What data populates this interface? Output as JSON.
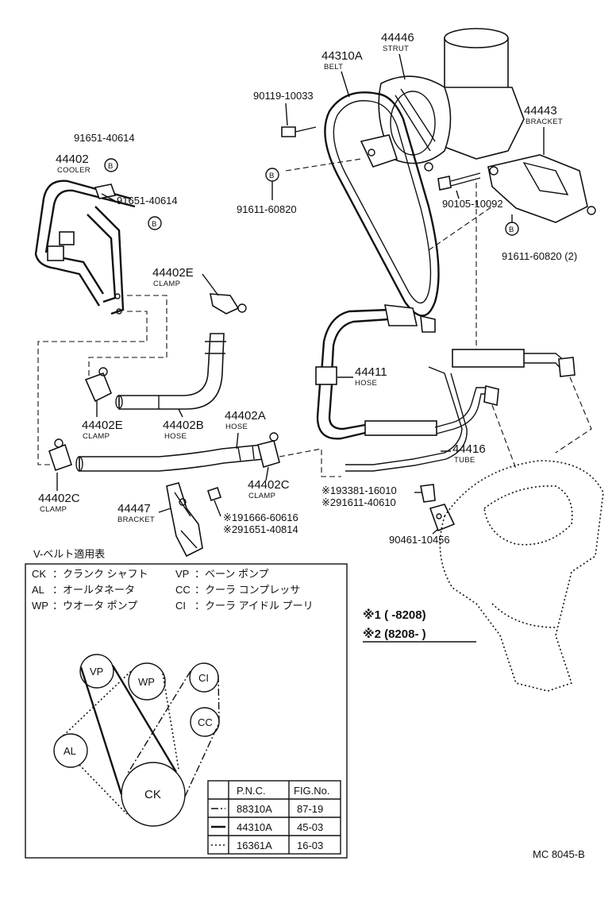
{
  "labels": {
    "belt_pnc": "44310A",
    "belt_name": "BELT",
    "strut_pnc": "44446",
    "strut_name": "STRUT",
    "bracket_top_pnc": "44443",
    "bracket_top_name": "BRACKET",
    "bolt_a": "90119-10033",
    "bolt_b": "91651-40614",
    "bolt_c": "91651-40614",
    "cooler_pnc": "44402",
    "cooler_name": "COOLER",
    "bolt_d": "91611-60820",
    "bolt_e": "90105-10092",
    "bolt_f": "91611-60820 (2)",
    "clamp_e1_pnc": "44402E",
    "clamp_e1_name": "CLAMP",
    "clamp_e2_pnc": "44402E",
    "clamp_e2_name": "CLAMP",
    "hose_b_pnc": "44402B",
    "hose_b_name": "HOSE",
    "hose_a_pnc": "44402A",
    "hose_a_name": "HOSE",
    "hose_main_pnc": "44411",
    "hose_main_name": "HOSE",
    "tube_pnc": "44416",
    "tube_name": "TUBE",
    "clamp_c1_pnc": "44402C",
    "clamp_c1_name": "CLAMP",
    "clamp_c2_pnc": "44402C",
    "clamp_c2_name": "CLAMP",
    "bracket_low_pnc": "44447",
    "bracket_low_name": "BRACKET",
    "bolt_g1": "※191666-60616",
    "bolt_g2": "※291651-40814",
    "bolt_h1": "※193381-16010",
    "bolt_h2": "※291611-40610",
    "bolt_i": "90461-10456",
    "b_mark": "B",
    "note1": "※1 (      -8208)",
    "note2": "※2 (8208-      )",
    "figure_code": "MC 8045-B"
  },
  "vbelt": {
    "title": "V-ベルト適用表",
    "legend": [
      {
        "code": "CK",
        "desc": "：クランク シャフト"
      },
      {
        "code": "AL",
        "desc": "：オールタネータ"
      },
      {
        "code": "WP",
        "desc": "：ウオータ ポンプ"
      },
      {
        "code": "VP",
        "desc": "：ベーン ポンプ"
      },
      {
        "code": "CC",
        "desc": "：クーラ コンプレッサ"
      },
      {
        "code": "CI",
        "desc": "：クーラ アイドル プーリ"
      }
    ],
    "pulleys": {
      "vp": "VP",
      "wp": "WP",
      "ci": "CI",
      "al": "AL",
      "cc": "CC",
      "ck": "CK"
    },
    "table_headers": [
      "P.N.C.",
      "FIG.No."
    ],
    "table_rows": [
      {
        "pnc": "88310A",
        "fig": "87-19"
      },
      {
        "pnc": "44310A",
        "fig": "45-03"
      },
      {
        "pnc": "16361A",
        "fig": "16-03"
      }
    ]
  }
}
